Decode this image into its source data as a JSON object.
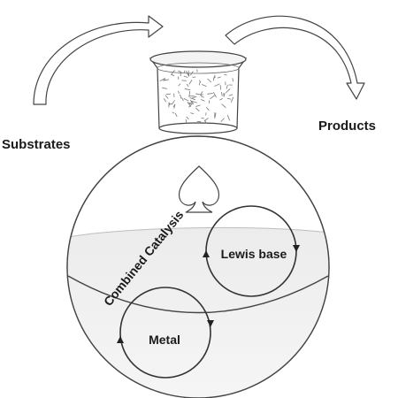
{
  "labels": {
    "substrates": "Substrates",
    "products": "Products",
    "combined_catalysis": "Combined Catalysis",
    "lewis_base": "Lewis base",
    "metal": "Metal"
  }
}
